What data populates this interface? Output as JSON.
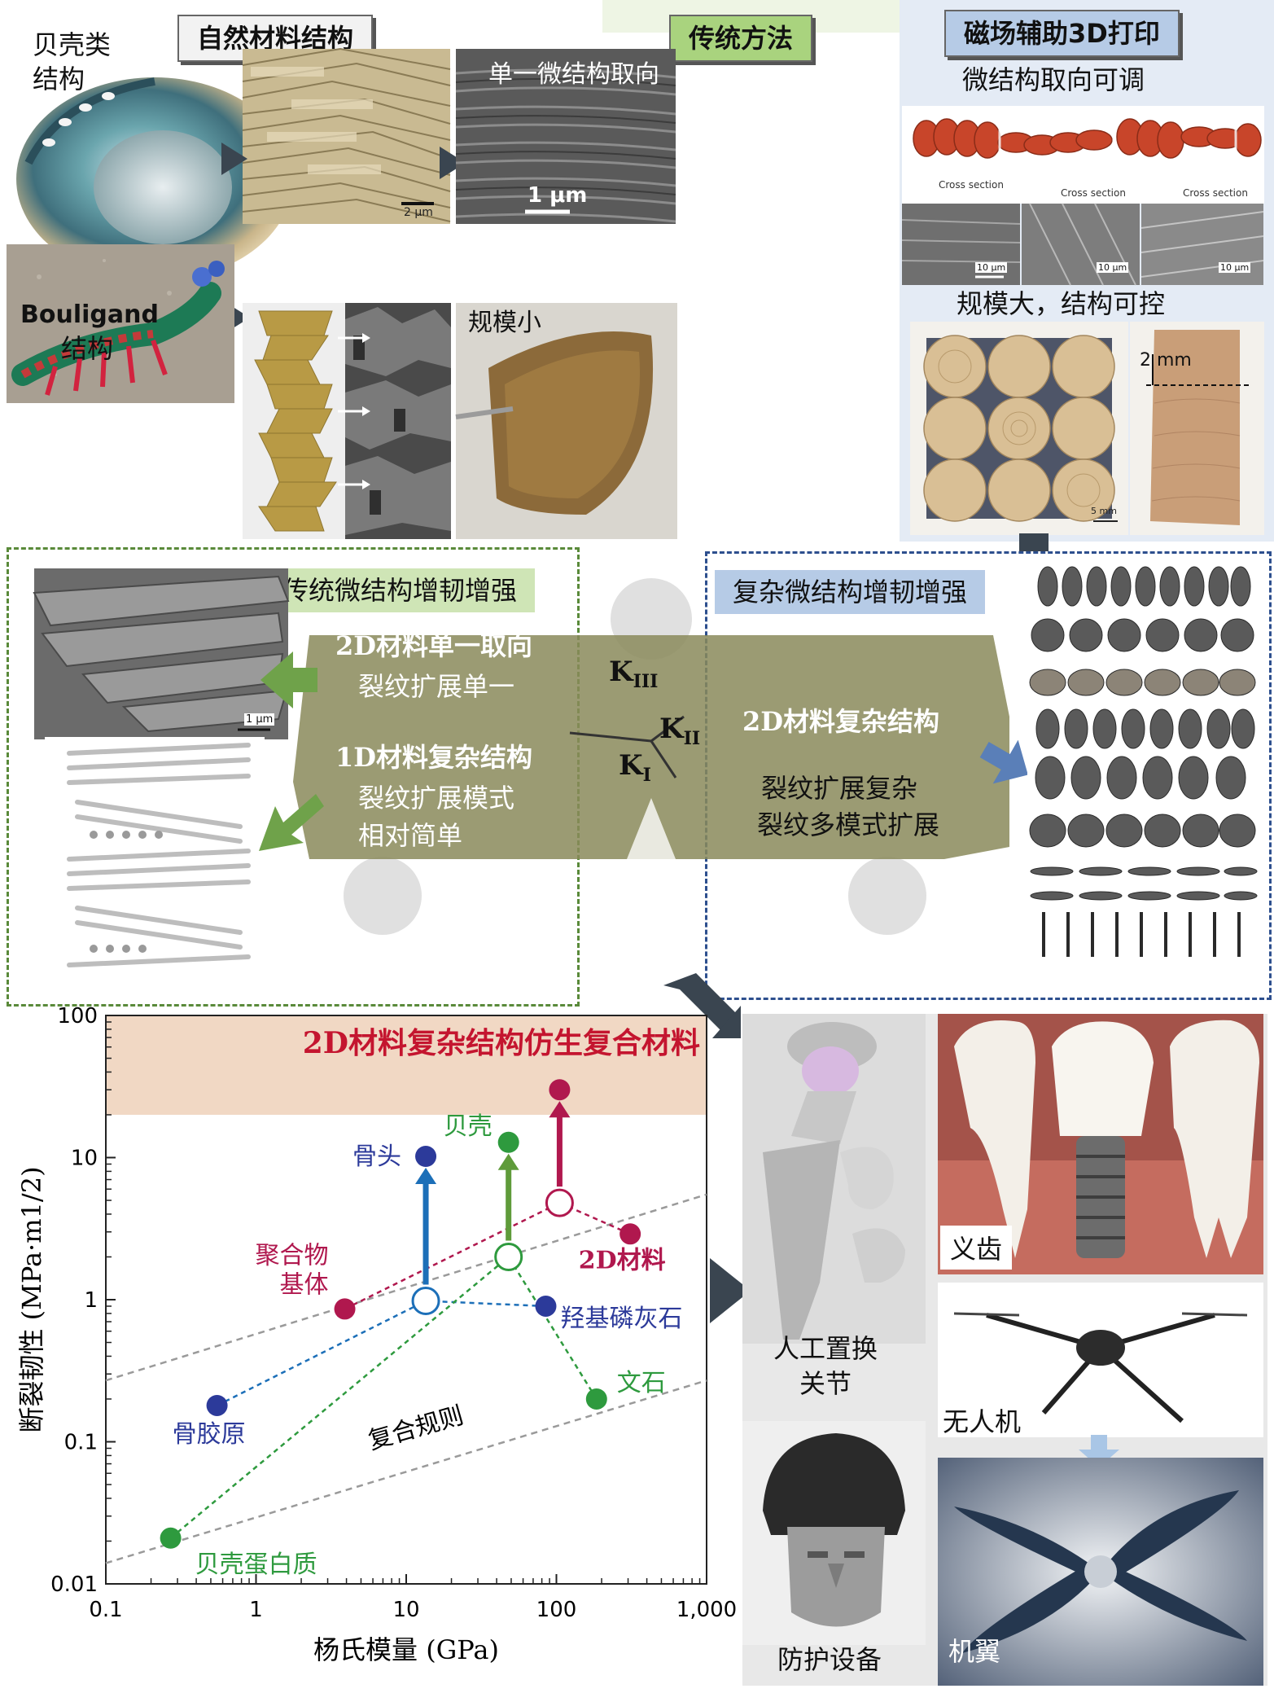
{
  "top_panels": {
    "natural": {
      "tag": "自然材料结构",
      "shell_label": "贝壳类\n结构",
      "bouligand_label_en": "Bouligand",
      "bouligand_label_cn": "结构",
      "scale_2um": "2 μm"
    },
    "traditional": {
      "tag": "传统方法",
      "single_orientation": "单一微结构取向",
      "scale_1um": "1 μm",
      "small_scale": "规模小"
    },
    "magnetic": {
      "tag": "磁场辅助3D打印",
      "tunable": "微结构取向可调",
      "cross_section": "Cross section",
      "scale_10um": "10 μm",
      "large_scale": "规模大，结构可控",
      "scale_2mm": "2 mm",
      "scale_5mm": "5 mm"
    }
  },
  "middle": {
    "left_box": {
      "tag": "传统微结构增韧增强",
      "line1": "2D材料单一取向",
      "line2": "裂纹扩展单一",
      "line3": "1D材料复杂结构",
      "line4": "裂纹扩展模式",
      "line5": "相对简单",
      "scale_1um": "1 μm"
    },
    "right_box": {
      "tag": "复杂微结构增韧增强",
      "line1": "2D材料复杂结构",
      "line2": "裂纹扩展复杂",
      "line3": "裂纹多模式扩展"
    },
    "crack_modes": {
      "k": "K",
      "k3": "III",
      "k2": "II",
      "k1": "I"
    }
  },
  "chart_data": {
    "type": "scatter",
    "title": "2D材料复杂结构仿生复合材料",
    "xlabel": "杨氏模量 (GPa)",
    "ylabel": "断裂韧性 (MPa·m1/2)",
    "xscale": "log",
    "yscale": "log",
    "xlim": [
      0.1,
      1000
    ],
    "ylim": [
      0.01,
      100
    ],
    "x_ticks": [
      "0.1",
      "1",
      "10",
      "100",
      "1,000"
    ],
    "y_ticks": [
      "0.01",
      "0.1",
      "1",
      "10",
      "100"
    ],
    "highlight_band_y": [
      20,
      100
    ],
    "rule_label": "复合规则",
    "points": [
      {
        "label": "贝壳蛋白质",
        "x": 0.27,
        "y": 0.021,
        "color": "#2e9a3e"
      },
      {
        "label": "骨胶原",
        "x": 0.55,
        "y": 0.18,
        "color": "#2c3a9a"
      },
      {
        "label": "聚合物\n基体",
        "x": 3.9,
        "y": 0.86,
        "color": "#b0184e"
      },
      {
        "label": "骨头",
        "x": 13.5,
        "y": 10.2,
        "color": "#2c3a9a"
      },
      {
        "label": "贝壳",
        "x": 48,
        "y": 12.8,
        "color": "#2e9a3e"
      },
      {
        "label": "羟基磷灰石",
        "x": 85,
        "y": 0.9,
        "color": "#2c3a9a"
      },
      {
        "label": "2D材料",
        "x": 310,
        "y": 2.9,
        "color": "#b0184e"
      },
      {
        "label": "文石",
        "x": 185,
        "y": 0.2,
        "color": "#2e9a3e"
      },
      {
        "label": "",
        "x": 105,
        "y": 30,
        "color": "#b0184e"
      }
    ],
    "composites": [
      {
        "x": 13.5,
        "y": 0.98,
        "color": "#1c6fb8"
      },
      {
        "x": 48,
        "y": 2.0,
        "color": "#2e9a3e"
      },
      {
        "x": 105,
        "y": 4.8,
        "color": "#b0184e"
      }
    ]
  },
  "applications": {
    "joint": "人工置换\n关节",
    "denture": "义齿",
    "drone": "无人机",
    "helmet": "防护设备",
    "wing": "机翼"
  }
}
